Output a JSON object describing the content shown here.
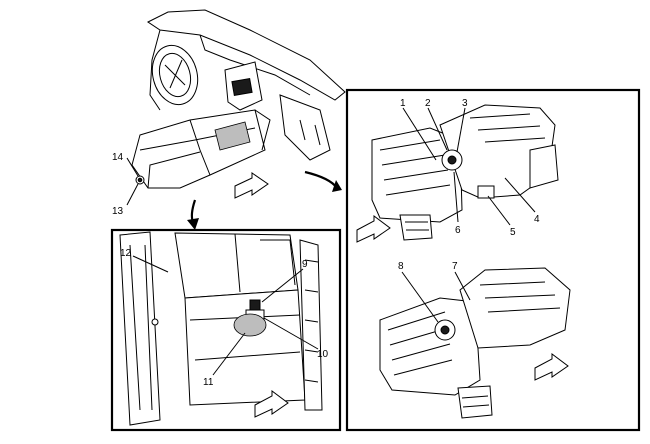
{
  "callouts": {
    "c1": "1",
    "c2": "2",
    "c3": "3",
    "c4": "4",
    "c5": "5",
    "c6": "6",
    "c7": "7",
    "c8": "8",
    "c9": "9",
    "c10": "10",
    "c11": "11",
    "c12": "12",
    "c13": "13",
    "c14": "14"
  },
  "colors": {
    "line": "#000000",
    "background": "#ffffff",
    "shade": "#bdbdbd"
  }
}
